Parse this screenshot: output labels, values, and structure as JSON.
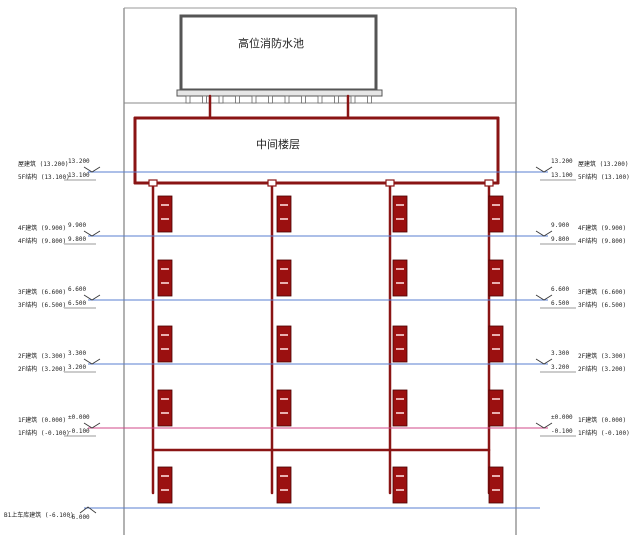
{
  "tank_label": "高位消防水池",
  "mid_floor_label": "中间楼层",
  "levels": [
    {
      "id": "roof",
      "arch_label": "屋建筑 (13.200)",
      "struct_label": "5F结构 (13.100)",
      "arch_elev": "13.200",
      "struct_elev": "13.100",
      "line_color": "#5a7fd0"
    },
    {
      "id": "4f",
      "arch_label": "4F建筑 (9.900)",
      "struct_label": "4F结构 (9.800)",
      "arch_elev": "9.900",
      "struct_elev": "9.800",
      "line_color": "#5a7fd0"
    },
    {
      "id": "3f",
      "arch_label": "3F建筑 (6.600)",
      "struct_label": "3F结构 (6.500)",
      "arch_elev": "6.600",
      "struct_elev": "6.500",
      "line_color": "#5a7fd0"
    },
    {
      "id": "2f",
      "arch_label": "2F建筑 (3.300)",
      "struct_label": "2F结构 (3.200)",
      "arch_elev": "3.300",
      "struct_elev": "3.200",
      "line_color": "#5a7fd0"
    },
    {
      "id": "1f",
      "arch_label": "1F建筑 (0.000)",
      "struct_label": "1F结构 (-0.100)",
      "arch_elev": "±0.000",
      "struct_elev": "-0.100",
      "line_color": "#d04a8a"
    }
  ],
  "basement": {
    "arch_label": "B1上车库建筑 (-6.100)",
    "arch_elev": "-6.000",
    "line_color": "#5a7fd0"
  },
  "colors": {
    "pipe": "#8a1414",
    "cabinet": "#9b1010",
    "frame": "#555555",
    "tank": "#bbbbbb"
  }
}
